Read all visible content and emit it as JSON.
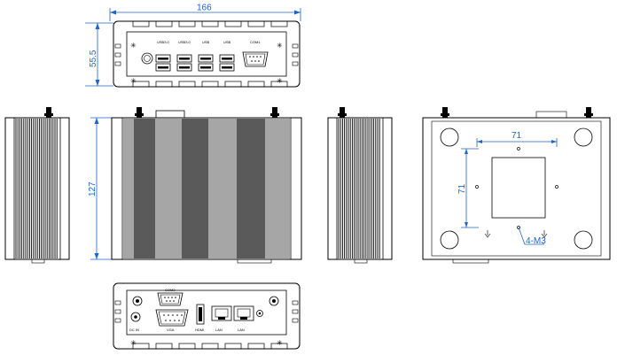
{
  "colors": {
    "line": "#000000",
    "dimension": "#1e63c8",
    "background": "#ffffff"
  },
  "front_view": {
    "width_dim": "166",
    "height_dim": "55.5",
    "port_labels": [
      "USB3.0",
      "USB3.0",
      "USB",
      "USB",
      "COM1"
    ]
  },
  "side_view": {
    "height_dim": "127"
  },
  "bottom_view": {
    "hole_spacing_x": "71",
    "hole_spacing_y": "71",
    "hole_callout": "4-M3"
  },
  "rear_view": {
    "port_labels": [
      "DC IN",
      "VGA",
      "HDMI",
      "LAN",
      "LAN",
      "COM2"
    ]
  }
}
